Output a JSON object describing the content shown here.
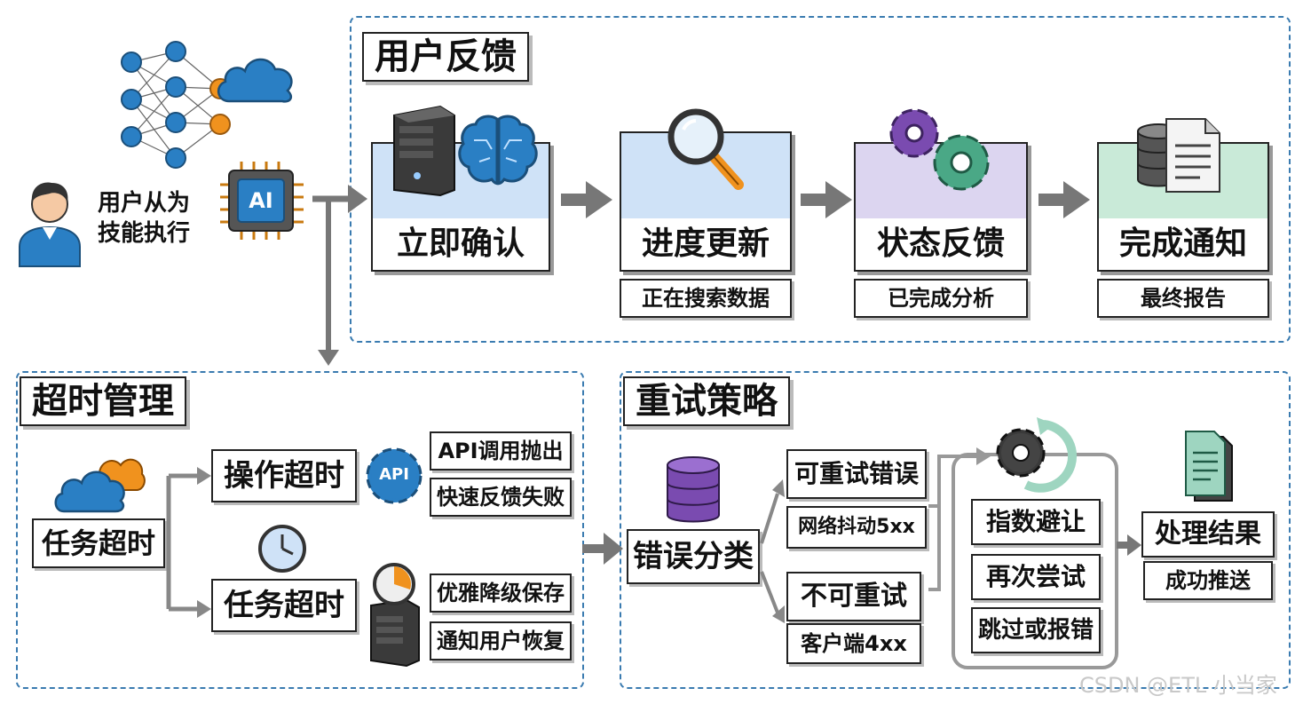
{
  "intro": {
    "label_line1": "用户从为",
    "label_line2": "技能执行",
    "chip_text": "AI"
  },
  "feedback": {
    "title": "用户反馈",
    "steps": [
      {
        "label": "立即确认",
        "sub": ""
      },
      {
        "label": "进度更新",
        "sub": "正在搜索数据"
      },
      {
        "label": "状态反馈",
        "sub": "已完成分析"
      },
      {
        "label": "完成通知",
        "sub": "最终报告"
      }
    ],
    "colors": [
      "#cfe2f7",
      "#cfe2f7",
      "#dcd5f0",
      "#c9ead8"
    ]
  },
  "timeout": {
    "title": "超时管理",
    "task": "任务超时",
    "op_timeout": "操作超时",
    "api_badge": "API",
    "op_notes": [
      "API调用抛出",
      "快速反馈失败"
    ],
    "task_timeout": "任务超时",
    "task_notes": [
      "优雅降级保存",
      "通知用户恢复"
    ]
  },
  "retry": {
    "title": "重试策略",
    "classify": "错误分类",
    "retryable": "可重试错误",
    "retryable_sub": "网络抖动5xx",
    "non_retryable": "不可重试",
    "non_retryable_sub": "客户端4xx",
    "actions": [
      "指数避让",
      "再次尝试",
      "跳过或报错"
    ],
    "result": "处理结果",
    "result_sub": "成功推送"
  },
  "watermark": "CSDN @ETL 小当家"
}
